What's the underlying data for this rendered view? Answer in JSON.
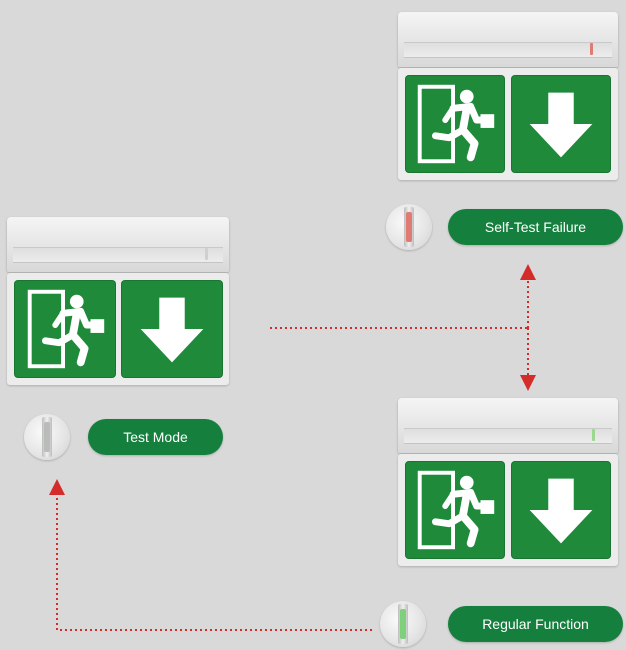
{
  "statuses": {
    "self_test_failure": {
      "label": "Self-Test Failure",
      "led_color": "#e07b73"
    },
    "test_mode": {
      "label": "Test Mode",
      "led_color": "#b9bcb8"
    },
    "regular_function": {
      "label": "Regular Function",
      "led_color": "#7fd07a"
    }
  },
  "colors": {
    "pill": "#15803d",
    "sign_green": "#1e8a3a",
    "arrow": "#d42b2b",
    "background": "#d9d9d9"
  },
  "icons": [
    "running-man-exit-icon",
    "down-arrow-icon"
  ]
}
